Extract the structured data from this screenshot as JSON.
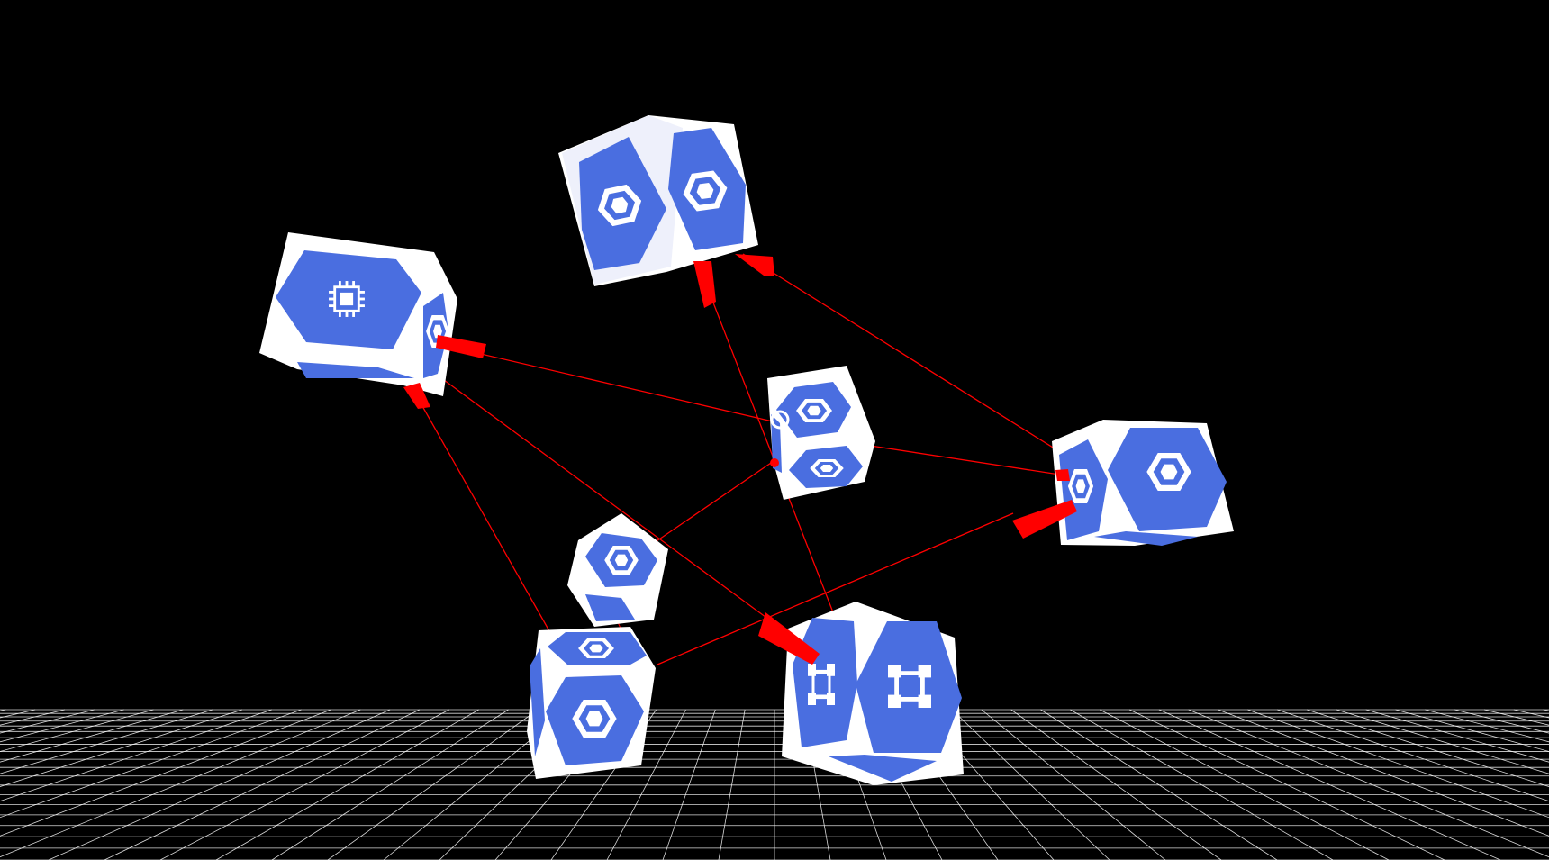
{
  "scene": {
    "background": "#000000",
    "grid_color": "#ffffff",
    "edge_color": "#ff0000",
    "face_blue": "#4a6ee0",
    "face_white": "#ffffff"
  },
  "nodes": [
    {
      "id": "cube-top",
      "icon": "gke-hexagon-icon"
    },
    {
      "id": "cube-left",
      "icon": "compute-chip-icon"
    },
    {
      "id": "cube-center",
      "icon": "gke-hexagon-icon"
    },
    {
      "id": "cube-right",
      "icon": "gke-hexagon-icon"
    },
    {
      "id": "cube-small",
      "icon": "gke-hexagon-icon"
    },
    {
      "id": "cube-bottom-left",
      "icon": "gke-hexagon-icon"
    },
    {
      "id": "cube-bottom-right",
      "icon": "cluster-nodes-icon"
    }
  ],
  "edges": [
    {
      "from": "cube-center",
      "to": "cube-left",
      "arrow": true
    },
    {
      "from": "cube-right",
      "to": "cube-top",
      "arrow": true
    },
    {
      "from": "cube-bottom-right",
      "to": "cube-top",
      "arrow": true
    },
    {
      "from": "cube-bottom-left",
      "to": "cube-left",
      "arrow": true
    },
    {
      "from": "cube-bottom-left",
      "to": "cube-right",
      "arrow": true
    },
    {
      "from": "cube-left",
      "to": "cube-bottom-right",
      "arrow": true
    },
    {
      "from": "cube-center",
      "to": "cube-right",
      "arrow": true
    },
    {
      "from": "cube-small",
      "to": "cube-center",
      "arrow": false
    }
  ]
}
